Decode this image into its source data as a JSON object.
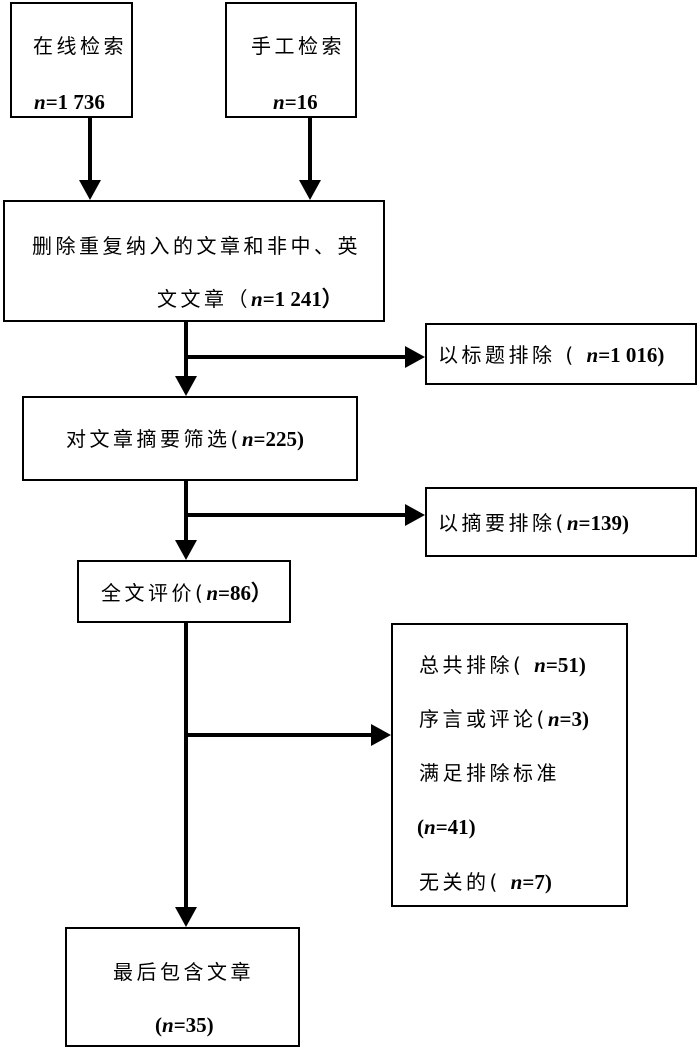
{
  "colors": {
    "stroke": "#000000",
    "background": "#ffffff"
  },
  "boxes": {
    "online_search": {
      "line1": "在线检索",
      "line2": {
        "var": "n",
        "post": "=1 736"
      }
    },
    "manual_search": {
      "line1": "手工检索",
      "line2": {
        "var": "n",
        "post": "=16"
      }
    },
    "dedup": {
      "line1": "删除重复纳入的文章和非中、英",
      "line2": {
        "pre": "文文章（",
        "var": "n",
        "post": "=1 241）"
      }
    },
    "title_exclusion": {
      "line1": {
        "pre": "以标题排除 ( ",
        "var": "n",
        "post": "=1 016)"
      }
    },
    "abstract_screening": {
      "line1": {
        "pre": "对文章摘要筛选(",
        "var": "n",
        "post": "=225)"
      }
    },
    "abstract_exclusion": {
      "line1": {
        "pre": "以摘要排除(",
        "var": "n",
        "post": "=139)"
      }
    },
    "full_text": {
      "line1": {
        "pre": "全文评价(",
        "var": "n",
        "post": "=86）"
      }
    },
    "total_exclusion": {
      "line1": {
        "pre": "总共排除( ",
        "var": "n",
        "post": "=51)"
      },
      "line2": {
        "pre": "序言或评论(",
        "var": "n",
        "post": "=3)"
      },
      "line3": "满足排除标准",
      "line4": {
        "pre": "(",
        "var": "n",
        "post": "=41)"
      },
      "line5": {
        "pre": "无关的( ",
        "var": "n",
        "post": "=7)"
      }
    },
    "final": {
      "line1": "最后包含文章",
      "line2": {
        "pre": "(",
        "var": "n",
        "post": "=35)"
      }
    }
  }
}
